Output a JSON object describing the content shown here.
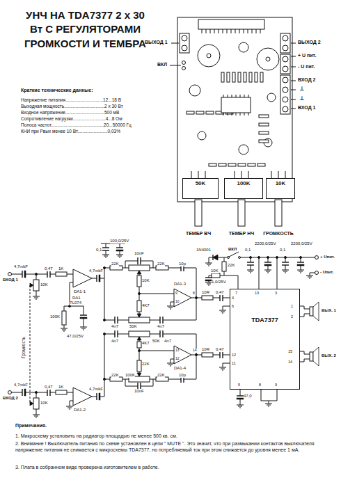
{
  "diagram": {
    "title": "УНЧ НА TDA7377 2 х 30 Вт С РЕГУЛЯТОРАМИ ГРОМКОСТИ И ТЕМБРА",
    "nodes": [
      {
        "text": [
          "50K"
        ]
      },
      {
        "text": [
          "100K"
        ]
      },
      {
        "text": [
          "10K"
        ]
      },
      {
        "text": [
          "DA1-1"
        ]
      },
      {
        "text": [
          "DA1-3"
        ]
      },
      {
        "text": [
          "TDA7377"
        ]
      },
      {
        "text": [
          "DA1-4"
        ]
      },
      {
        "text": [
          "DA1-2"
        ]
      }
    ],
    "labels": [
      "Краткие технические данные:",
      "Напряжение питания..............................12...18 В",
      "Выходная мощность................................2 х 30 Вт",
      "Входное напряжение...............................500 мВ",
      "Сопротивление нагрузки..........................4...8 Ом",
      "Полоса частот..........................................20...50000 Гц",
      "КНИ при Рвых менее 10 Вт........................0,03%",
      "ВЫХОД 1",
      "ВКЛ",
      "ВЫХОД 2",
      "+ U пит.",
      "- U пит.",
      "ВХОД 2",
      "⊥",
      "⊥",
      "ВХОД 1",
      "ТЕМБР ВЧ",
      "ТЕМБР НЧ",
      "ГРОМКОСТЬ",
      "4,7mkF",
      "10K",
      "0,47",
      "1K",
      "ВХОД 1",
      "4,7mkF",
      "DA1",
      "TL074",
      "100K",
      "47,0/25V",
      "Громкость",
      "0,1",
      "100,0/25V",
      "22K",
      "10nF",
      "22K",
      "10p",
      "10K",
      "4n7",
      "50K",
      "4n7",
      "4K7",
      "9",
      "10",
      "8",
      "4,7mkF",
      "10K",
      "0,47",
      "1K",
      "ВХОД 2",
      "4,7mkF",
      "22K",
      "100K",
      "22K",
      "10p",
      "10nF",
      "22K",
      "4n7",
      "4K7",
      "50K",
      "4n7",
      "13",
      "12",
      "14",
      "1N4001",
      "ВКЛ",
      "22K",
      "10K",
      "1,0/25V",
      "0,1",
      "2200,0/25V",
      "0,1",
      "2200,0/25V",
      "+ Uпит.",
      "- Uпит.",
      "10R",
      "0,47",
      "10R",
      "0,47",
      "7",
      "13",
      "3",
      "4",
      "6",
      "12",
      "11",
      "1",
      "2",
      "15",
      "14",
      "5",
      "8",
      "9",
      "47,0",
      "ВЫХ. 1",
      "ВЫХ. 2",
      "Примечания.",
      "1. Микросхему установить на радиатор площадью не менее 500 кв. см.",
      "2. Внимание ! Выключатель питания по схеме установлен в цепи \" MUTE \". Это значит, что при размыкании контактов выключателя напряжение питания не снимается с микросхемы TDA7377, но потребляемый ток при этом снижается до уровня менее 1 мА.",
      "3. Плата в собранном виде проверена изготовителем в работе."
    ]
  }
}
